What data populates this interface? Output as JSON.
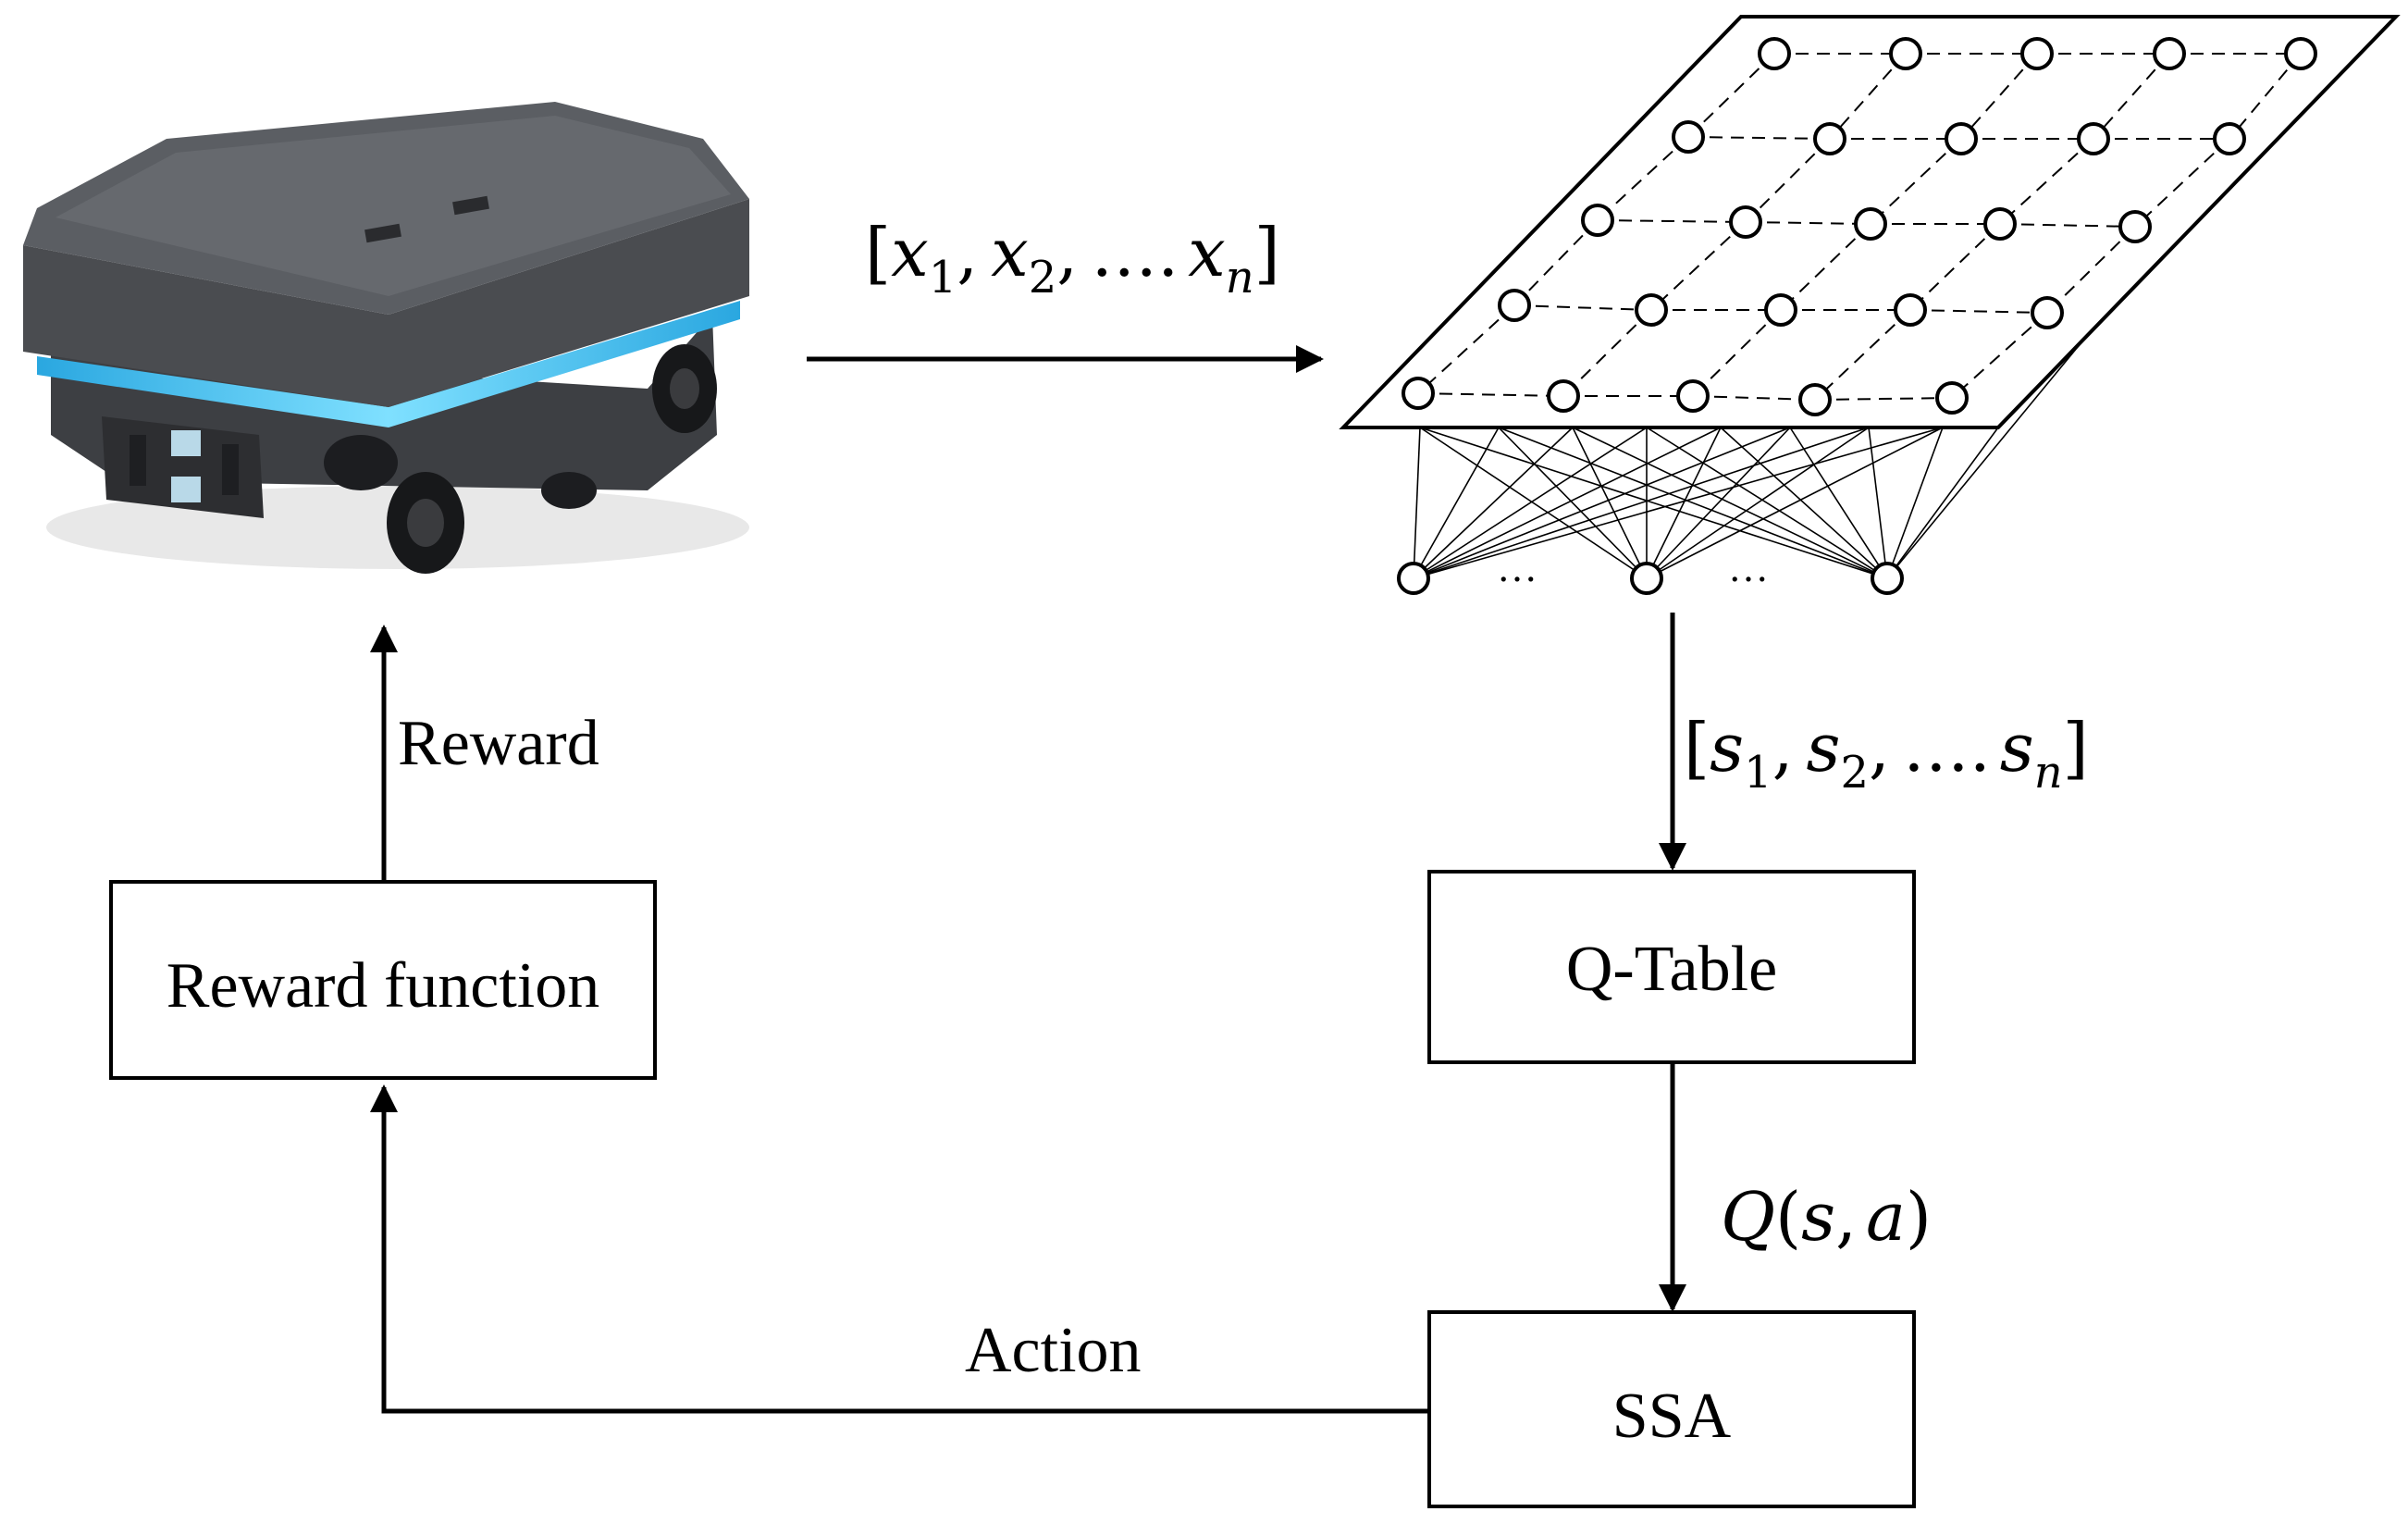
{
  "nodes": {
    "reward_function": {
      "label": "Reward function"
    },
    "q_table": {
      "label": "Q-Table"
    },
    "ssa": {
      "label": "SSA"
    }
  },
  "edges": {
    "reward": {
      "label": "Reward"
    },
    "action": {
      "label": "Action"
    },
    "input_vector": {
      "label": "[x1, x2, …. xn]",
      "bracket_open": "[",
      "bracket_close": "]",
      "sep": ",",
      "ellipsis": "….",
      "symbol": "x",
      "sub1": "1",
      "sub2": "2",
      "subn": "n"
    },
    "state_vector": {
      "label": "[s1, s2, …. sn]",
      "bracket_open": "[",
      "bracket_close": "]",
      "sep": ",",
      "ellipsis": "….",
      "symbol": "s",
      "sub1": "1",
      "sub2": "2",
      "subn": "n"
    },
    "q_value": {
      "label": "Q(s, a)",
      "func": "Q",
      "paren_open": "(",
      "arg1": "s",
      "sep": ",",
      "arg2": "a",
      "paren_close": ")"
    }
  },
  "network": {
    "ellipsis": "…"
  },
  "colors": {
    "stroke": "#000000",
    "robot_body": "#4a4c50",
    "robot_top": "#5b5e63",
    "robot_light": "#49c6f2"
  }
}
